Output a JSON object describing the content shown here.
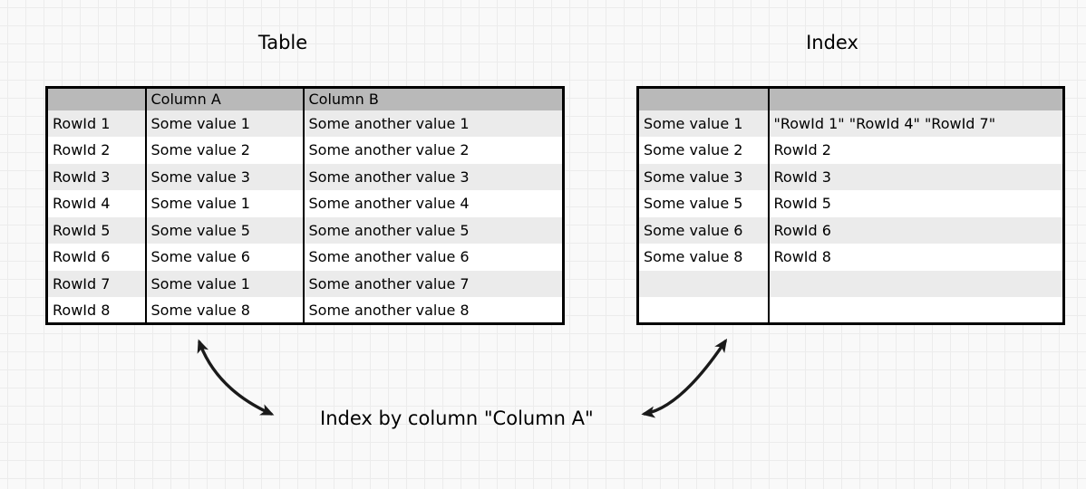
{
  "page": {
    "background_color": "#f9f9f9",
    "grid_line_color": "#ececec"
  },
  "table_panel": {
    "title": "Table",
    "headers": [
      "",
      "Column A",
      "Column B"
    ],
    "rows": [
      [
        "RowId 1",
        "Some value 1",
        "Some another value 1"
      ],
      [
        "RowId 2",
        "Some value 2",
        "Some another value 2"
      ],
      [
        "RowId 3",
        "Some value 3",
        "Some another value 3"
      ],
      [
        "RowId 4",
        "Some value 1",
        "Some another value 4"
      ],
      [
        "RowId 5",
        "Some value 5",
        "Some another value 5"
      ],
      [
        "RowId 6",
        "Some value 6",
        "Some another value 6"
      ],
      [
        "RowId 7",
        "Some value 1",
        "Some another value 7"
      ],
      [
        "RowId 8",
        "Some value 8",
        "Some another value 8"
      ]
    ]
  },
  "index_panel": {
    "title": "Index",
    "headers": [
      "",
      ""
    ],
    "rows": [
      [
        "Some value 1",
        "\"RowId 1\" \"RowId 4\" \"RowId 7\""
      ],
      [
        "Some value 2",
        "RowId 2"
      ],
      [
        "Some value 3",
        "RowId 3"
      ],
      [
        "Some value 5",
        "RowId 5"
      ],
      [
        "Some value 6",
        "RowId 6"
      ],
      [
        "Some value 8",
        "RowId 8"
      ],
      [
        "",
        ""
      ],
      [
        "",
        ""
      ]
    ]
  },
  "caption": "Index by column \"Column A\"",
  "colors": {
    "table_header_bg": "#b9b9b9",
    "row_shaded_bg": "#ebebeb",
    "row_plain_bg": "#ffffff",
    "table_border": "#000000",
    "arrow": "#1a1a1a",
    "text": "#000000",
    "background_color": "#f9f9f9",
    "grid_line_color": "#ececec"
  }
}
